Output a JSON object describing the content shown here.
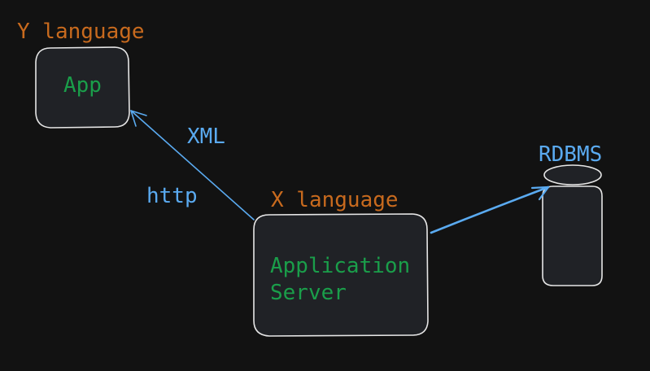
{
  "colors": {
    "background": "#121212",
    "node_fill": "#202226",
    "node_stroke": "#e6e6e6",
    "language_label": "#c86a1e",
    "node_text": "#1a9e4a",
    "edge": "#5aaaf0"
  },
  "nodes": {
    "app": {
      "language": "Y language",
      "label": "App"
    },
    "server": {
      "language": "X language",
      "label_line1": "Application",
      "label_line2": "Server"
    },
    "database": {
      "label": "RDBMS"
    }
  },
  "edges": {
    "server_to_app": {
      "label_top": "XML",
      "label_bottom": "http"
    },
    "server_to_db": {
      "label": ""
    }
  }
}
